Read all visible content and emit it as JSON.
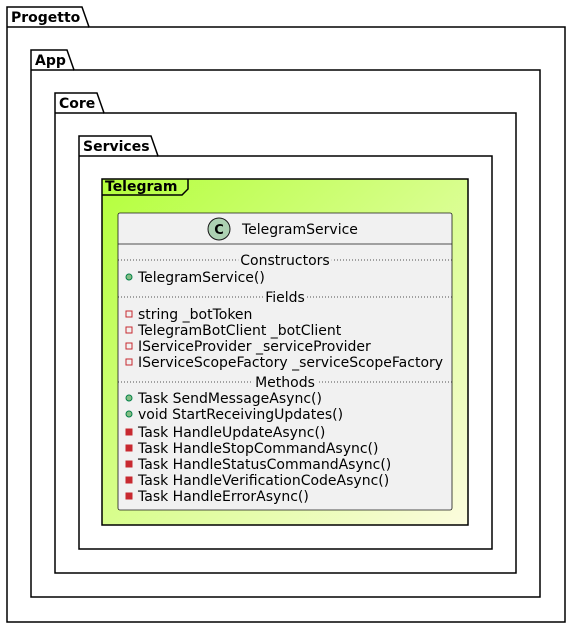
{
  "packages": [
    {
      "name": "Progetto"
    },
    {
      "name": "App"
    },
    {
      "name": "Core"
    },
    {
      "name": "Services"
    }
  ],
  "frame": {
    "name": "Telegram",
    "gradient": [
      "#b4ff3c",
      "#fcfcde"
    ]
  },
  "class": {
    "name": "TelegramService",
    "stereotype_letter": "C",
    "stereotype_color": "#add1b2",
    "sections": [
      {
        "title": "Constructors",
        "members": [
          {
            "visibility": "public",
            "text": "TelegramService()"
          }
        ]
      },
      {
        "title": "Fields",
        "members": [
          {
            "visibility": "private",
            "text": "string _botToken"
          },
          {
            "visibility": "private",
            "text": "TelegramBotClient _botClient"
          },
          {
            "visibility": "private",
            "text": "IServiceProvider _serviceProvider"
          },
          {
            "visibility": "private",
            "text": "IServiceScopeFactory _serviceScopeFactory"
          }
        ]
      },
      {
        "title": "Methods",
        "members": [
          {
            "visibility": "public",
            "text": "Task SendMessageAsync()"
          },
          {
            "visibility": "public",
            "text": "void StartReceivingUpdates()"
          },
          {
            "visibility": "private",
            "text": "Task HandleUpdateAsync()"
          },
          {
            "visibility": "private",
            "text": "Task HandleStopCommandAsync()"
          },
          {
            "visibility": "private",
            "text": "Task HandleStatusCommandAsync()"
          },
          {
            "visibility": "private",
            "text": "Task HandleVerificationCodeAsync()"
          },
          {
            "visibility": "private",
            "text": "Task HandleErrorAsync()"
          }
        ]
      }
    ]
  }
}
